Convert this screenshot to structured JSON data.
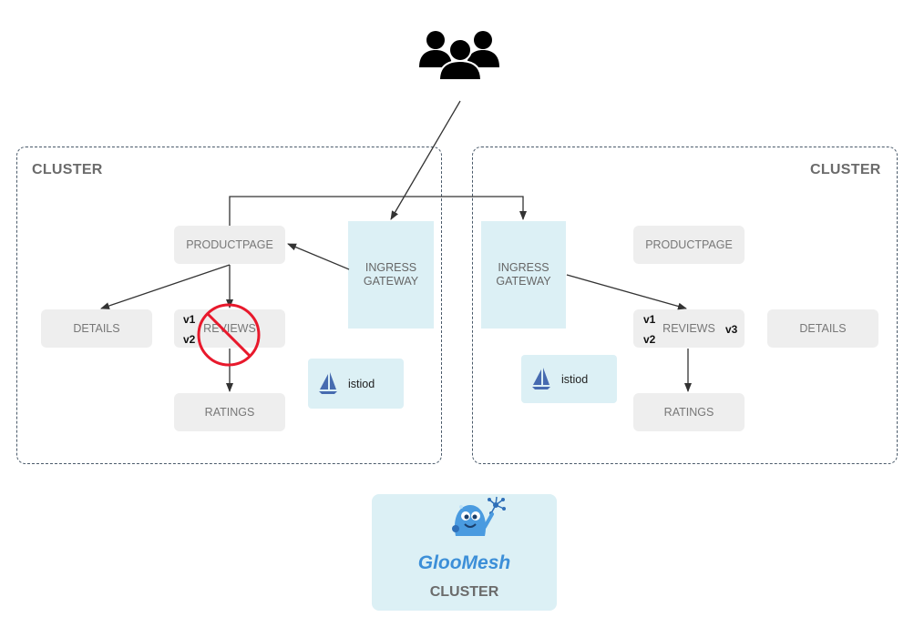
{
  "clusters": [
    {
      "label": "CLUSTER",
      "services": {
        "productpage": "PRODUCTPAGE",
        "details": "DETAILS",
        "reviews": "REVIEWS",
        "reviews_versions": [
          "v1",
          "v2"
        ],
        "ratings": "RATINGS"
      },
      "gateway": [
        "INGRESS",
        "GATEWAY"
      ],
      "control_plane": "istiod",
      "reviews_blocked": true
    },
    {
      "label": "CLUSTER",
      "services": {
        "productpage": "PRODUCTPAGE",
        "details": "DETAILS",
        "reviews": "REVIEWS",
        "reviews_versions": [
          "v1",
          "v2"
        ],
        "reviews_extra_version": "v3",
        "ratings": "RATINGS"
      },
      "gateway": [
        "INGRESS",
        "GATEWAY"
      ],
      "control_plane": "istiod"
    }
  ],
  "management": {
    "logo_text": "GlooMesh",
    "label": "CLUSTER"
  },
  "icons": {
    "users": "users-icon",
    "istio": "istio-sail-icon",
    "blocked": "no-entry-icon",
    "gloo": "gloo-mascot-icon"
  },
  "colors": {
    "panel_bg": "#dcf0f5",
    "service_bg": "#eeeeee",
    "blocked": "#e8192c",
    "gloo_blue": "#3c8fd8"
  }
}
